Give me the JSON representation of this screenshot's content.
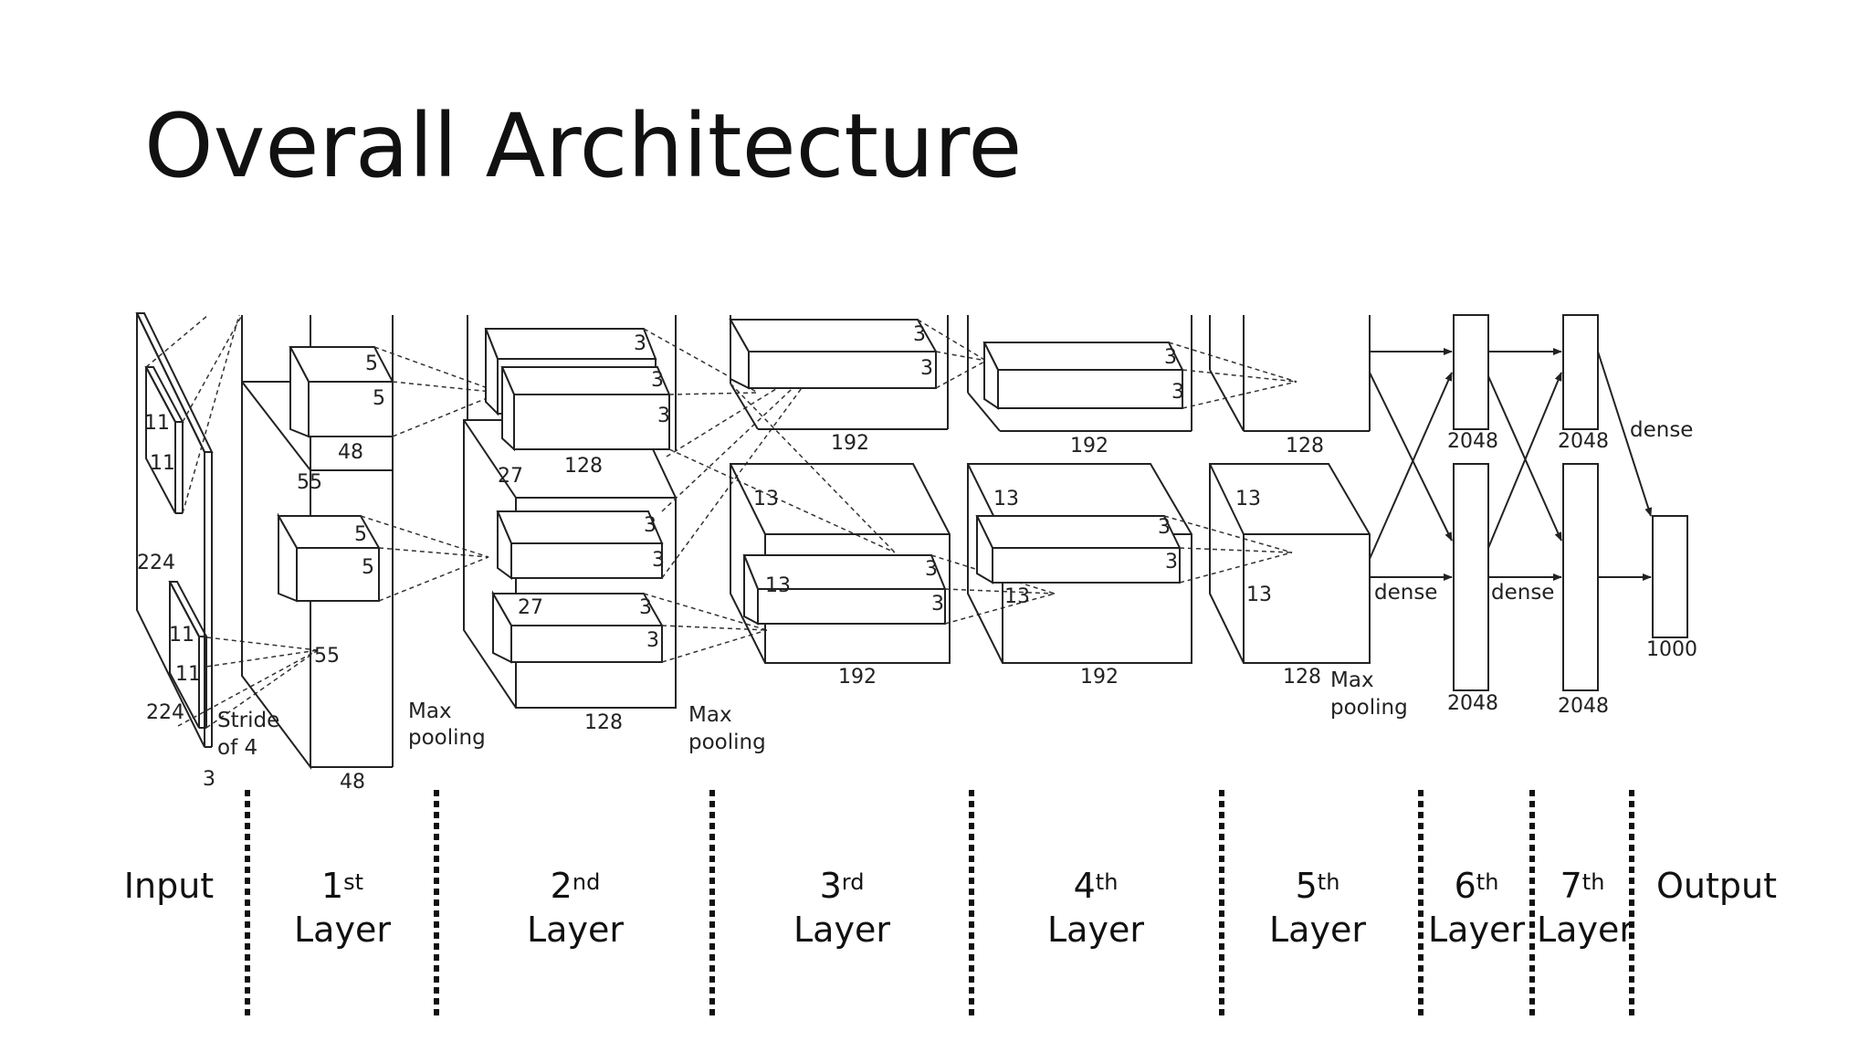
{
  "slide": {
    "title": "Overall Architecture"
  },
  "diagram": {
    "input": {
      "side_top": "11",
      "side_left": "11",
      "height": "224",
      "width": "224",
      "depth": "3",
      "stride": "Stride",
      "stride2": "of 4",
      "k2a": "11",
      "k2b": "11"
    },
    "layer1": {
      "k_top_a": "5",
      "k_top_b": "5",
      "k_bot_a": "5",
      "k_bot_b": "5",
      "dim_a": "55",
      "dim_b": "55",
      "depth_top": "48",
      "depth_bot": "48",
      "pool1": "Max",
      "pool2": "pooling"
    },
    "layer2": {
      "k_a": "3",
      "k_b": "3",
      "k_c": "3",
      "k_d": "3",
      "k_e": "3",
      "k_f": "3",
      "dim_a": "27",
      "dim_b": "27",
      "depth_top": "128",
      "depth_bot": "128",
      "pool1": "Max",
      "pool2": "pooling"
    },
    "layer3": {
      "k_a": "3",
      "k_b": "3",
      "k_c": "3",
      "k_d": "3",
      "dim_a": "13",
      "dim_b": "13",
      "depth_top": "192",
      "depth_bot": "192"
    },
    "layer4": {
      "k_a": "3",
      "k_b": "3",
      "k_c": "3",
      "k_d": "3",
      "dim_a": "13",
      "dim_b": "13",
      "depth_top": "192",
      "depth_bot": "192"
    },
    "layer5": {
      "dim_a": "13",
      "dim_b": "13",
      "depth_top": "128",
      "depth_bot": "128",
      "pool1": "Max",
      "pool2": "pooling"
    },
    "dense": {
      "l6_top": "2048",
      "l6_bot": "2048",
      "l7_top": "2048",
      "l7_bot": "2048",
      "out": "1000",
      "label_a": "dense",
      "label_b": "dense",
      "label_c": "dense"
    }
  },
  "captions": {
    "input": "Input",
    "l1_num": "1",
    "l1_sup": "st",
    "l1_word": "Layer",
    "l2_num": "2",
    "l2_sup": "nd",
    "l2_word": "Layer",
    "l3_num": "3",
    "l3_sup": "rd",
    "l3_word": "Layer",
    "l4_num": "4",
    "l4_sup": "th",
    "l4_word": "Layer",
    "l5_num": "5",
    "l5_sup": "th",
    "l5_word": "Layer",
    "l6_num": "6",
    "l6_sup": "th",
    "l6_word": "Layer",
    "l7_num": "7",
    "l7_sup": "th",
    "l7_word": "Layer",
    "output": "Output"
  }
}
